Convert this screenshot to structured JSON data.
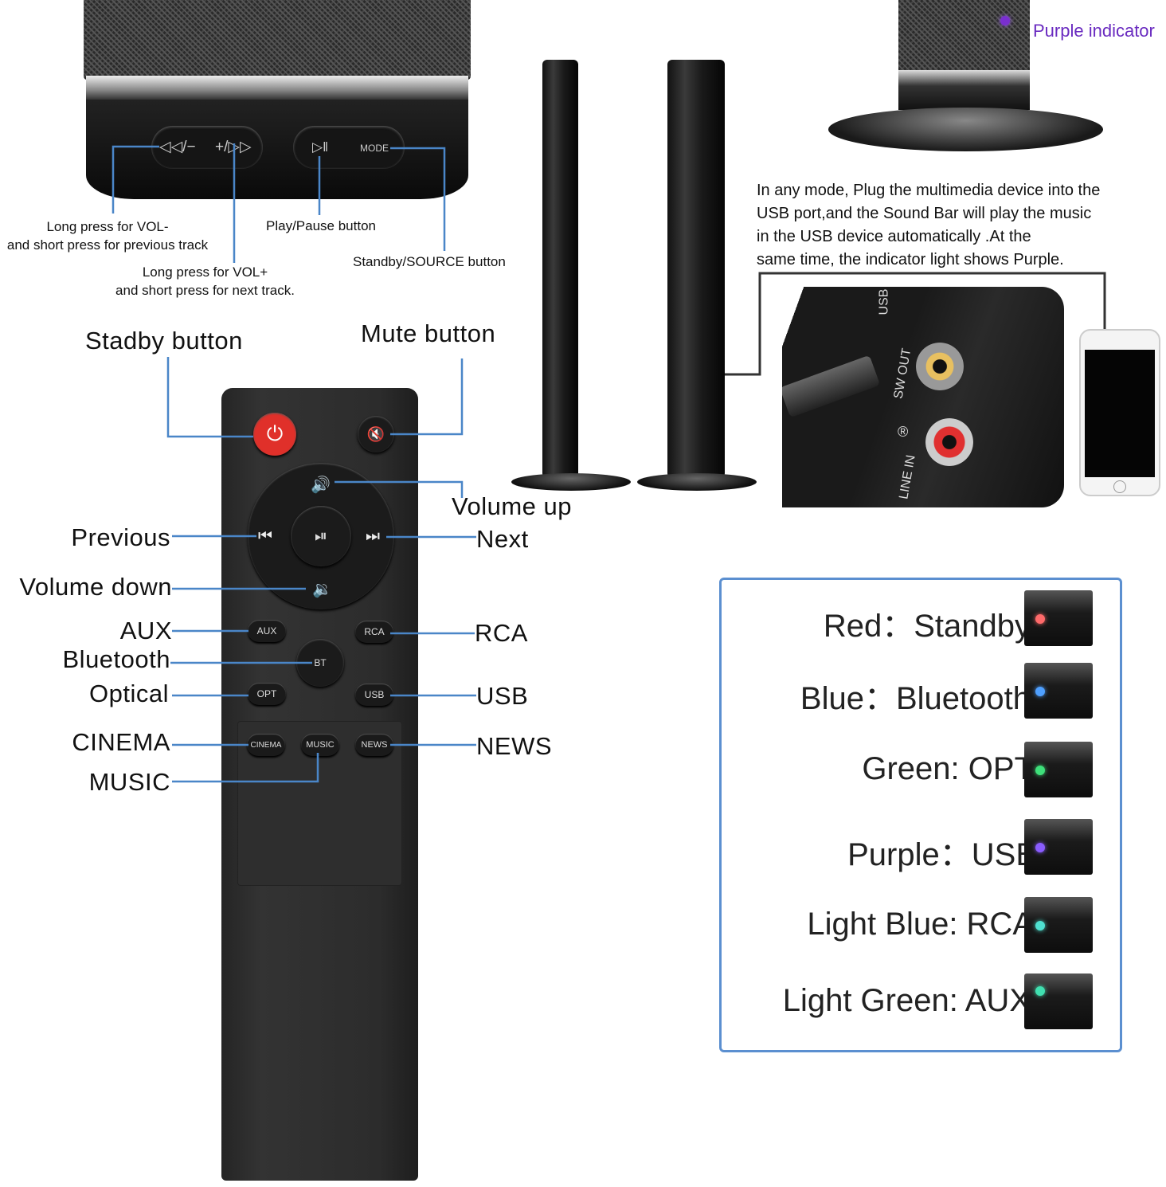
{
  "top_speaker": {
    "buttons": [
      "◁◁/−",
      "+/▷▷",
      "▷ǁ",
      "MODE"
    ],
    "callouts": {
      "prev": [
        "Long press for VOL-",
        "and short press for previous track"
      ],
      "next": [
        "Long press for VOL+",
        "and short press for next track."
      ],
      "play": "Play/Pause button",
      "mode": "Standby/SOURCE button"
    }
  },
  "indicator": {
    "label": "Purple indicator",
    "color": "#7a2fd0"
  },
  "usb_note": [
    "In any mode, Plug the multimedia device into the",
    "USB port,and the Sound Bar will play the music",
    "in the USB device automatically .At the",
    "same time,  the indicator light shows Purple."
  ],
  "port_labels": [
    "USB",
    "SW OUT",
    "®",
    "LINE IN"
  ],
  "remote": {
    "buttons": {
      "power": "⏻",
      "mute": "🔇",
      "vol_up": "🔊",
      "vol_down": "🔉",
      "prev": "⏮",
      "play": "⏯",
      "next": "⏭",
      "aux": "AUX",
      "rca": "RCA",
      "bt": "BT",
      "opt": "OPT",
      "usb": "USB",
      "cinema": "CINEMA",
      "music": "MUSIC",
      "news": "NEWS"
    },
    "callouts": {
      "standby": "Stadby button",
      "mute": "Mute button",
      "volume_up": "Volume up",
      "next": "Next",
      "previous": "Previous",
      "volume_down": "Volume down",
      "aux": "AUX",
      "bluetooth": "Bluetooth",
      "optical": "Optical",
      "rca": "RCA",
      "usb": "USB",
      "cinema": "CINEMA",
      "music": "MUSIC",
      "news": "NEWS"
    }
  },
  "legend": [
    {
      "text": "Red：Standby",
      "color": "#ff6a6a"
    },
    {
      "text": "Blue：Bluetooth",
      "color": "#4fa0ff"
    },
    {
      "text": "Green: OPT",
      "color": "#3ee07a"
    },
    {
      "text": "Purple：USB",
      "color": "#8a5cff"
    },
    {
      "text": "Light Blue: RCA",
      "color": "#4fe0d0"
    },
    {
      "text": "Light Green: AUX",
      "color": "#40e0b0"
    }
  ],
  "colors": {
    "leader": "#4a86c8",
    "power": "#e0302a"
  }
}
